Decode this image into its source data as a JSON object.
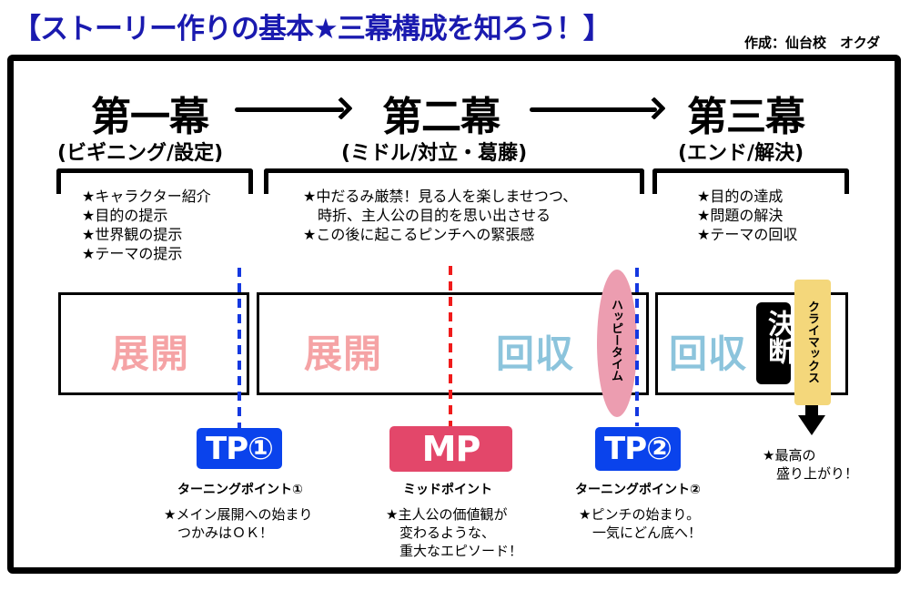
{
  "header": {
    "title": "【ストーリー作りの基本★三幕構成を知ろう！】",
    "author": "作成：仙台校　オクダ"
  },
  "acts": [
    {
      "title": "第一幕",
      "subtitle": "(ビギニング/設定)",
      "points": [
        "★キャラクター紹介",
        "★目的の提示",
        "★世界観の提示",
        "★テーマの提示"
      ]
    },
    {
      "title": "第二幕",
      "subtitle": "(ミドル/対立・葛藤)",
      "points": [
        "★中だるみ厳禁！見る人を楽しませつつ、",
        "　時折、主人公の目的を思い出させる",
        "★この後に起こるピンチへの緊張感"
      ]
    },
    {
      "title": "第三幕",
      "subtitle": "(エンド/解決)",
      "points": [
        "★目的の達成",
        "★問題の解決",
        "★テーマの回収"
      ]
    }
  ],
  "timeline": {
    "act1_word": "展開",
    "act2_word_left": "展開",
    "act2_word_right": "回収",
    "act3_word": "回収",
    "happy_time": "ハッピータイム",
    "decision": "決断",
    "climax": "クライマックス",
    "climax_note": [
      "★最高の",
      "　盛り上がり！"
    ]
  },
  "turning_points": [
    {
      "badge": "TP①",
      "label": "ターニングポイント①",
      "desc": [
        "★メイン展開への始まり",
        "　つかみはＯＫ！"
      ]
    },
    {
      "badge": "MP",
      "label": "ミッドポイント",
      "desc": [
        "★主人公の価値観が",
        "　変わるような、",
        "　重大なエピソード！"
      ]
    },
    {
      "badge": "TP②",
      "label": "ターニングポイント②",
      "desc": [
        "★ピンチの始まり。",
        "　一気にどん底へ！"
      ]
    }
  ],
  "colors": {
    "title_blue": "#1a1aaf",
    "tp_blue": "#0a43ec",
    "mp_red": "#e3476a",
    "develop_pink": "#f5a3a5",
    "resolve_blue": "#8cc4dc",
    "happy_pink": "#ec9db0",
    "climax_yellow": "#f4d77b"
  }
}
